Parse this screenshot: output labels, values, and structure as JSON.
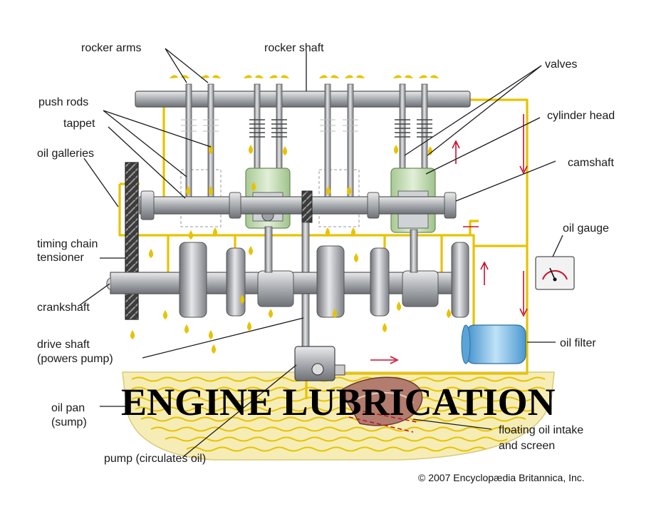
{
  "title": "ENGINE LUBRICATION",
  "copyright": "© 2007 Encyclopædia Britannica, Inc.",
  "labels": {
    "rocker_arms": "rocker arms",
    "rocker_shaft": "rocker shaft",
    "valves": "valves",
    "push_rods": "push rods",
    "tappet": "tappet",
    "cylinder_head": "cylinder head",
    "oil_galleries": "oil galleries",
    "camshaft": "camshaft",
    "timing_chain_line1": "timing chain",
    "timing_chain_line2": "tensioner",
    "oil_gauge": "oil gauge",
    "crankshaft": "crankshaft",
    "drive_shaft_line1": "drive shaft",
    "drive_shaft_line2": "(powers pump)",
    "oil_filter": "oil filter",
    "oil_pan_line1": "oil pan",
    "oil_pan_line2": "(sump)",
    "intake_line1": "floating oil intake",
    "intake_line2": "and screen",
    "pump": "pump (circulates oil)"
  },
  "colors": {
    "oil": "#e7c300",
    "flow_arrow": "#c8102e",
    "metal": "#a9acb0",
    "metal_dark": "#6e7176",
    "piston": "#c9dfb8",
    "sump_oil": "#f6edb6",
    "filter": "#8cc7ea"
  }
}
